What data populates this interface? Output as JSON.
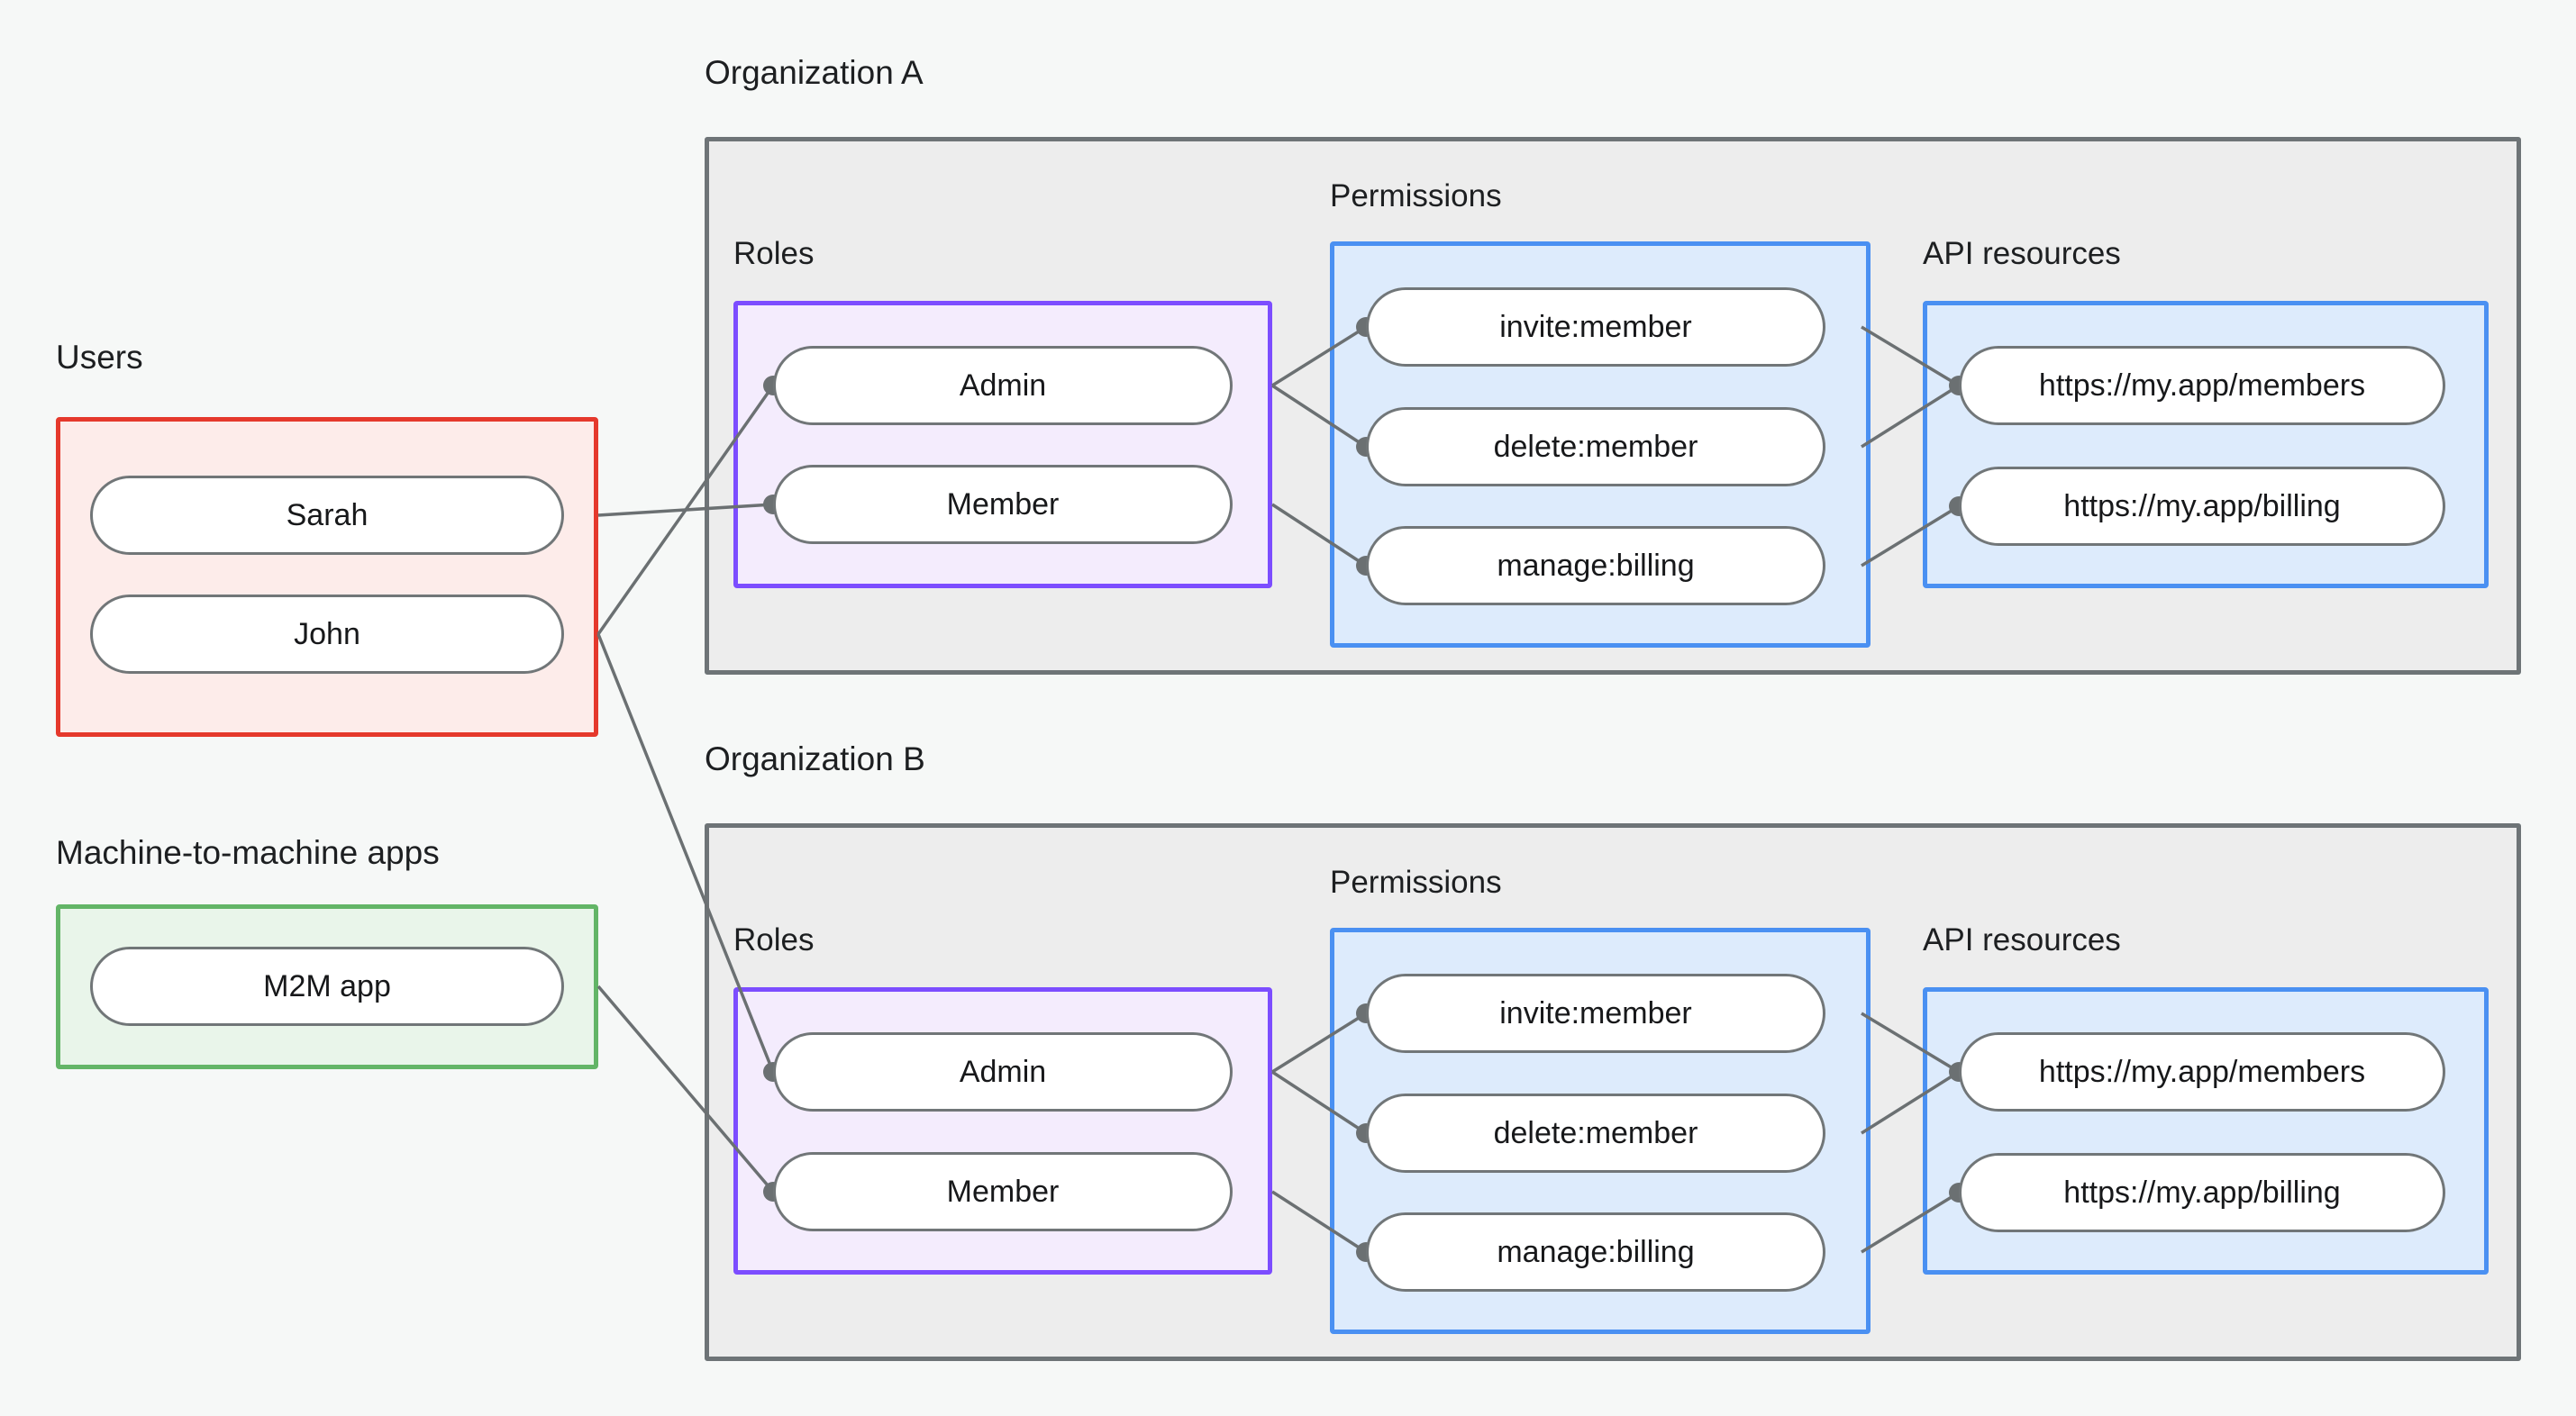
{
  "diagram": {
    "title_users": "Users",
    "title_m2m": "Machine-to-machine apps",
    "org_a_title": "Organization A",
    "org_b_title": "Organization B",
    "label_roles": "Roles",
    "label_permissions": "Permissions",
    "label_api_resources": "API resources"
  },
  "users": [
    {
      "label": "Sarah"
    },
    {
      "label": "John"
    }
  ],
  "m2m_apps": [
    {
      "label": "M2M app"
    }
  ],
  "org_a": {
    "name": "Organization A",
    "roles_label": "Roles",
    "permissions_label": "Permissions",
    "api_resources_label": "API resources",
    "roles": [
      {
        "label": "Admin"
      },
      {
        "label": "Member"
      }
    ],
    "permissions": [
      {
        "label": "invite:member"
      },
      {
        "label": "delete:member"
      },
      {
        "label": "manage:billing"
      }
    ],
    "api_resources": [
      {
        "label": "https://my.app/members"
      },
      {
        "label": "https://my.app/billing"
      }
    ]
  },
  "org_b": {
    "name": "Organization B",
    "roles_label": "Roles",
    "permissions_label": "Permissions",
    "api_resources_label": "API resources",
    "roles": [
      {
        "label": "Admin"
      },
      {
        "label": "Member"
      }
    ],
    "permissions": [
      {
        "label": "invite:member"
      },
      {
        "label": "delete:member"
      },
      {
        "label": "manage:billing"
      }
    ],
    "api_resources": [
      {
        "label": "https://my.app/members"
      },
      {
        "label": "https://my.app/billing"
      }
    ]
  },
  "colors": {
    "background": "#f6f8f7",
    "users_border": "#e5392c",
    "users_fill": "#fdecea",
    "m2m_border": "#63b567",
    "m2m_fill": "#e9f5ea",
    "org_border": "#6e7477",
    "org_fill": "#ededed",
    "roles_border": "#7c4dff",
    "roles_fill": "#f4ecfd",
    "permissions_border": "#4a90f2",
    "permissions_fill": "#ddebfc",
    "api_border": "#4a90f2",
    "api_fill": "#ddebfc",
    "node_border": "#717678",
    "node_fill": "#ffffff",
    "edge": "#6b7072",
    "text": "#1d1f21"
  }
}
